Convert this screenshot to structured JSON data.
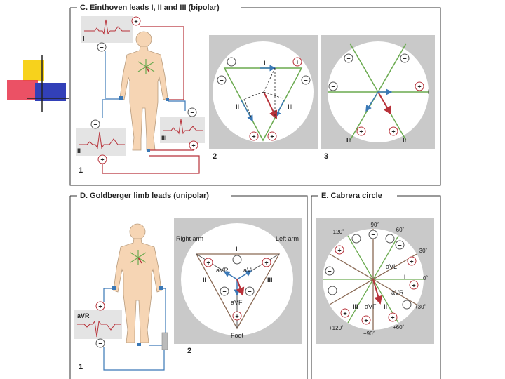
{
  "sections": {
    "C": {
      "title": "C. Einthoven leads I, II and III (bipolar)"
    },
    "D": {
      "title": "D. Goldberger limb leads (unipolar)"
    },
    "E": {
      "title": "E. Cabrera circle"
    }
  },
  "panels": {
    "c1": "1",
    "c2": "2",
    "c3": "3",
    "d1": "1",
    "d2": "2"
  },
  "lead_labels": {
    "I": "I",
    "II": "II",
    "III": "III",
    "aVR": "aVR",
    "aVL": "aVL",
    "aVF": "aVF"
  },
  "goldberger": {
    "right_arm": "Right arm",
    "left_arm": "Left arm",
    "foot": "Foot",
    "ecg_label": "aVR"
  },
  "cabrera_angles": {
    "m90": "−90˚",
    "m120": "−120˚",
    "m60": "−60˚",
    "m30": "−30˚",
    "zero": "0˚",
    "p30": "+30˚",
    "p60": "+60˚",
    "p90": "+90˚",
    "p120": "+120˚"
  },
  "symbols": {
    "plus": "+",
    "minus": "−"
  },
  "colors": {
    "panel_gray": "#c9c9c9",
    "green": "#6aaa4f",
    "red": "#b8323a",
    "blue": "#3a78b6",
    "skin": "#f6d5b4",
    "ecg_box": "#e4e4e4",
    "logo_yellow": "#f7d21c",
    "logo_red": "#e8324a",
    "logo_blue": "#3240b8"
  }
}
